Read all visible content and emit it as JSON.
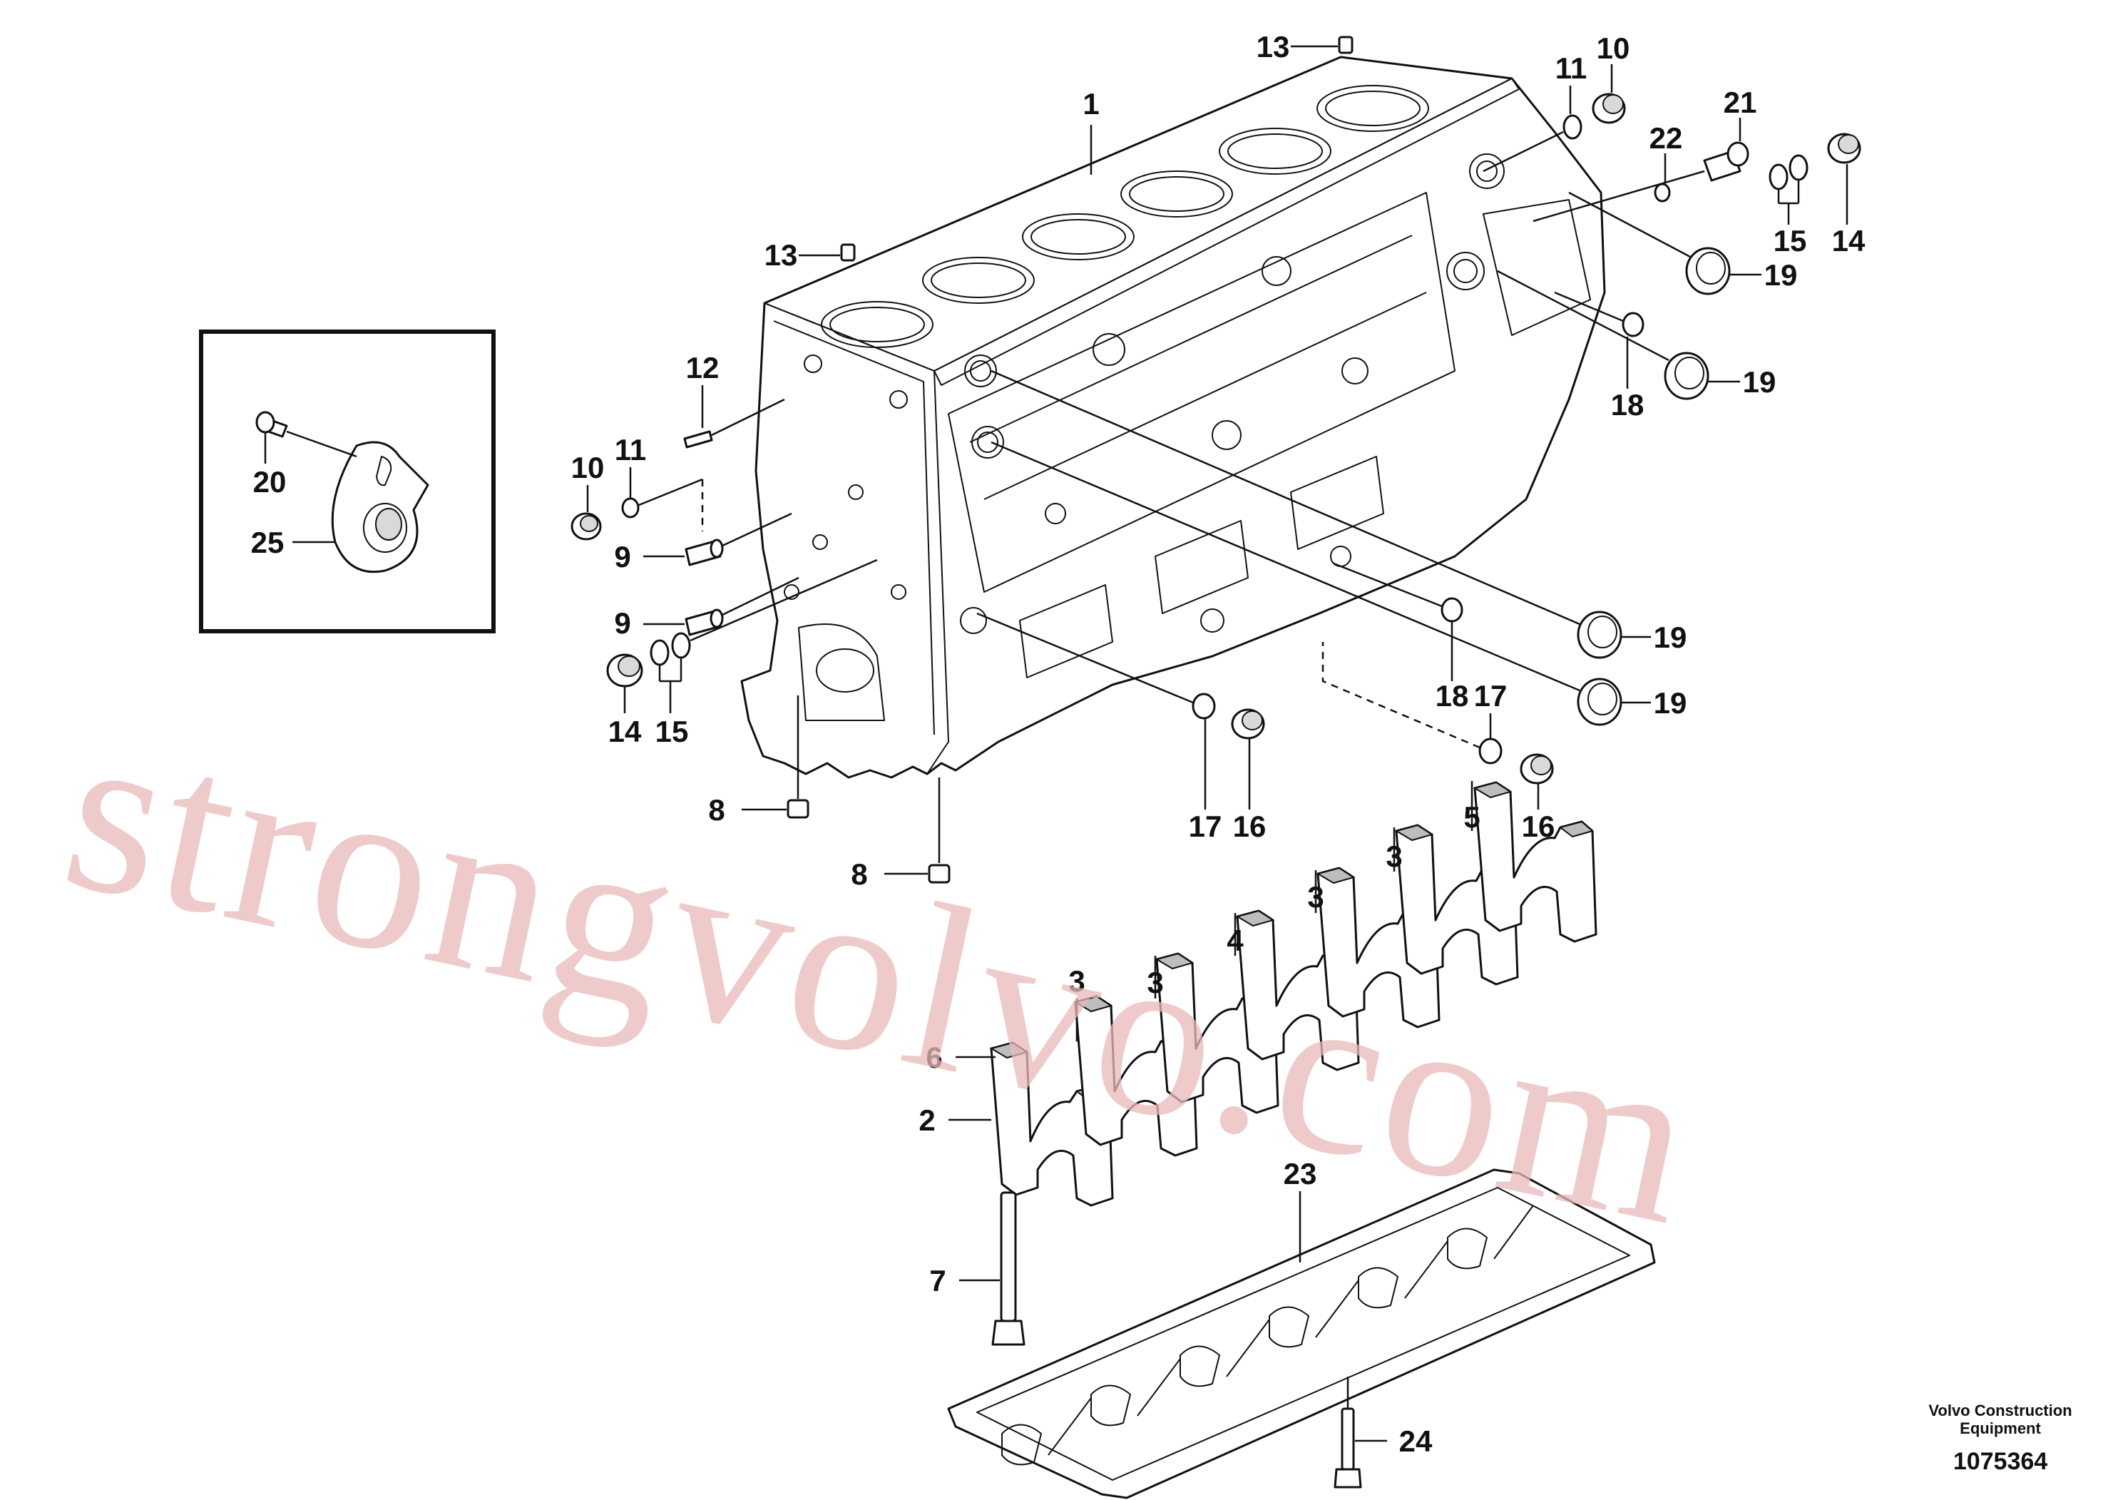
{
  "watermark": "strongvolvo.com",
  "caption": {
    "line1": "Volvo Construction",
    "line2": "Equipment",
    "number": "1075364"
  },
  "inset": {
    "callouts": [
      "20",
      "25"
    ]
  },
  "callouts": {
    "c1": "1",
    "c13_top": "13",
    "c13_mid": "13",
    "c11_top": "11",
    "c10_top": "10",
    "c21": "21",
    "c22": "22",
    "c14_right": "14",
    "c15_right": "15",
    "c19_a": "19",
    "c19_b": "19",
    "c19_c": "19",
    "c19_d": "19",
    "c18_a": "18",
    "c18_b": "18",
    "c17_a": "17",
    "c17_b": "17",
    "c16_a": "16",
    "c16_b": "16",
    "c12": "12",
    "c10_left": "10",
    "c11_left": "11",
    "c9_a": "9",
    "c9_b": "9",
    "c14_left": "14",
    "c15_left": "15",
    "c8_a": "8",
    "c8_b": "8",
    "c5": "5",
    "c3_a": "3",
    "c3_b": "3",
    "c3_c": "3",
    "c3_d": "3",
    "c4": "4",
    "c6": "6",
    "c2": "2",
    "c23": "23",
    "c7": "7",
    "c24": "24"
  },
  "colors": {
    "line": "#111111",
    "watermark": "#e9b9b9",
    "shade": "#d9d9d9"
  }
}
